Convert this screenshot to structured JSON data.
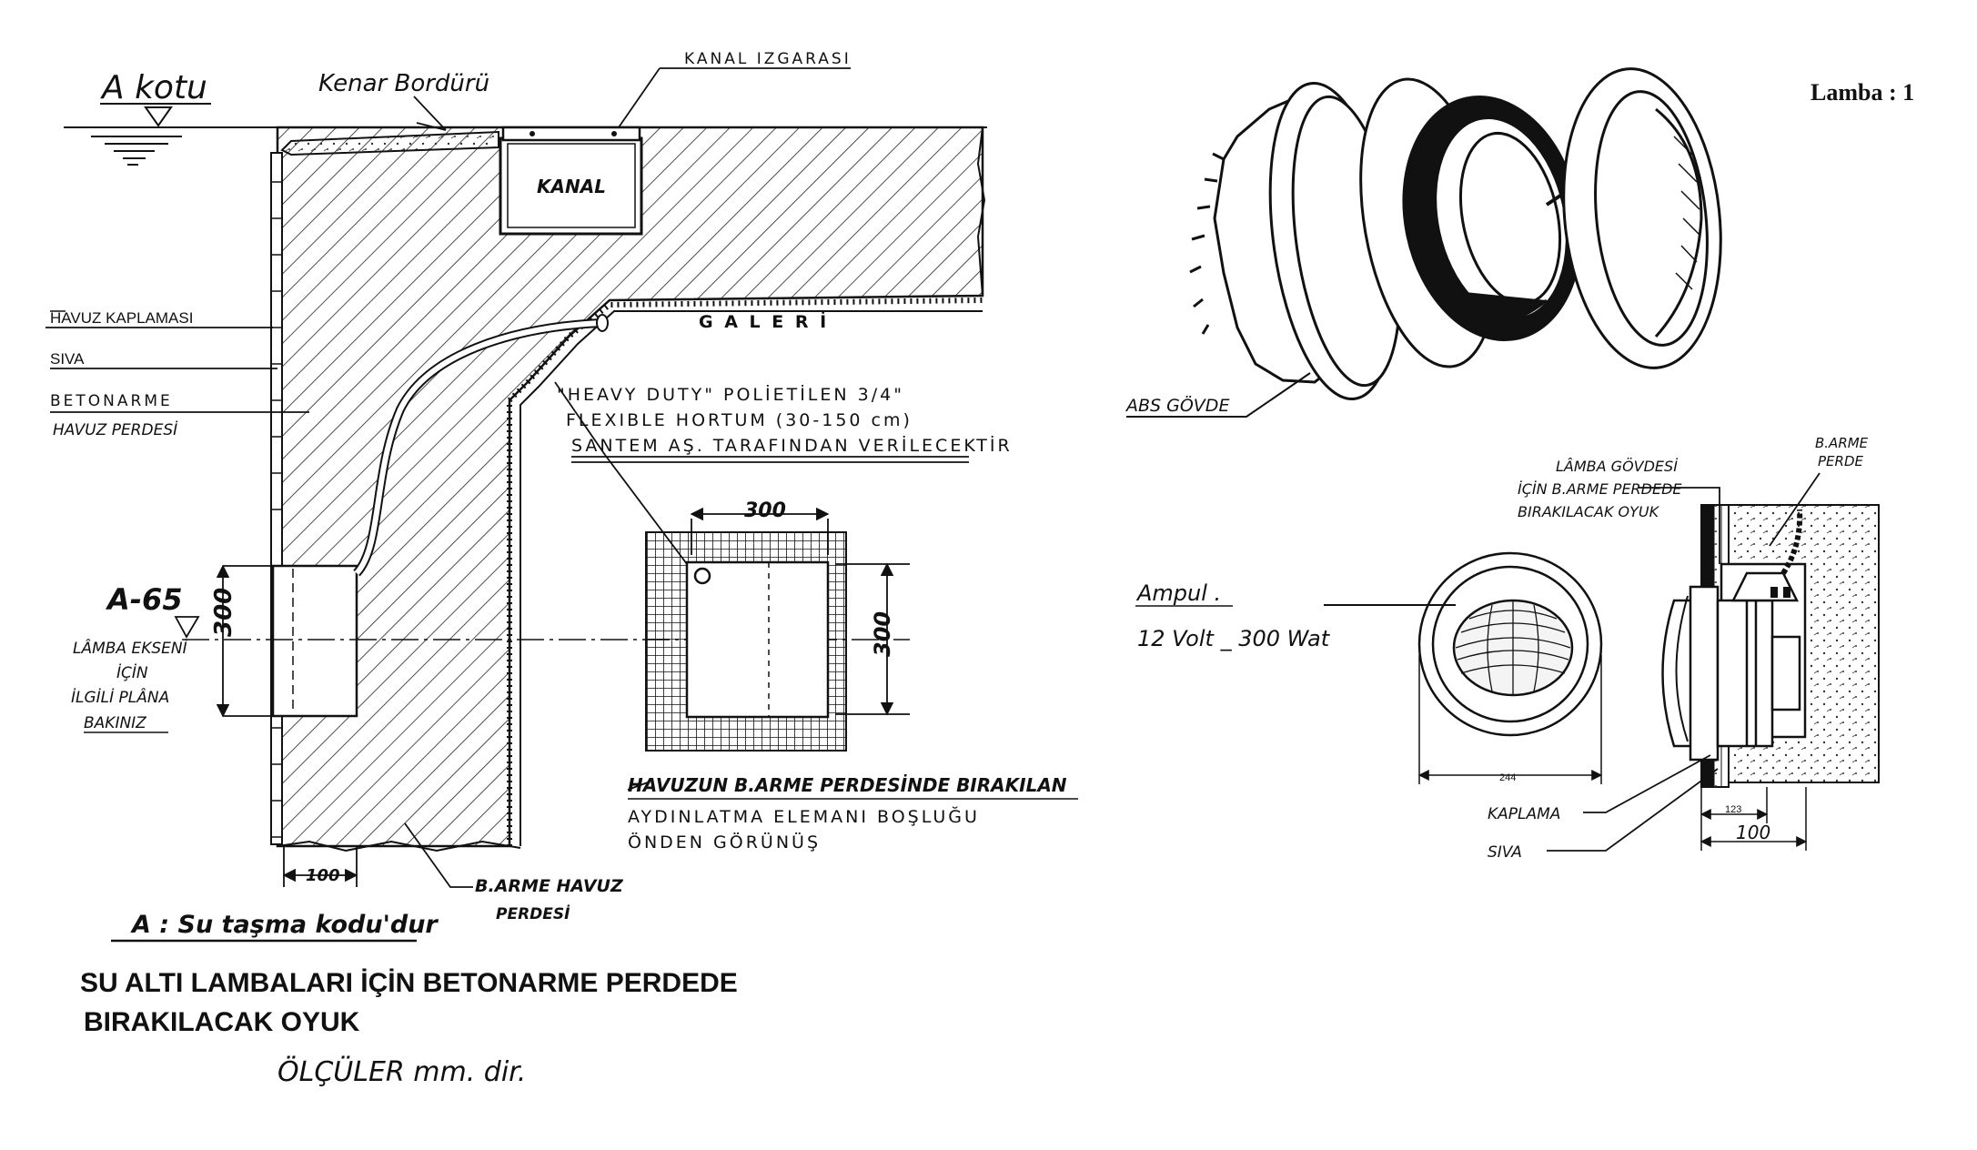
{
  "labels": {
    "a_kotu": "A kotu",
    "kenar_borduru": "Kenar Bordürü",
    "kanal_izgarasi": "KANAL IZGARASI",
    "kanal": "KANAL",
    "galeri": "G A L E R İ",
    "havuz_kaplamasi": "HAVUZ KAPLAMASI",
    "siva_left": "SIVA",
    "betonarme": "BETONARME",
    "havuz_perdesi": "HAVUZ PERDESİ",
    "hortum_1": "\"HEAVY  DUTY\"  POLİETİLEN  3/4\"",
    "hortum_2": "FLEXIBLE  HORTUM  (30-150 cm)",
    "hortum_3": "SANTEM AŞ. TARAFINDAN  VERİLECEKTİR",
    "a65": "A-65",
    "lamba_ekseni_1": "LÂMBA EKSENİ",
    "lamba_ekseni_2": "İÇİN",
    "lamba_ekseni_3": "İLGİLİ PLÂNA",
    "lamba_ekseni_4": "BAKINIZ",
    "dim_300_left": "300",
    "dim_300_top": "300",
    "dim_300_right": "300",
    "dim_100_bottom": "100",
    "b_arme_perdesi_1": "B.ARME HAVUZ",
    "b_arme_perdesi_2": "PERDESİ",
    "bosluk_1": "HAVUZUN B.ARME PERDESİNDE BIRAKILAN",
    "bosluk_2": "AYDINLATMA  ELEMANI  BOŞLUĞU",
    "bosluk_3": "ÖNDEN        GÖRÜNÜŞ",
    "su_tasma": "A : Su taşma kodu'dur",
    "title_1": "SU ALTI  LAMBALARI  İÇİN   BETONARME  PERDEDE",
    "title_2": "BIRAKILACAK  OYUK",
    "olculer": "ÖLÇÜLER   mm. dir.",
    "lamba_1": "Lamba : 1",
    "abs_govde": "ABS GÖVDE",
    "lamba_govdesi_1": "LÂMBA  GÖVDESİ",
    "lamba_govdesi_2": "İÇİN B.ARME PERDEDE",
    "lamba_govdesi_3": "BIRAKILACAK OYUK",
    "b_arme_perde_1": "B.ARME",
    "b_arme_perde_2": "PERDE",
    "ampul": "Ampul .",
    "ampul_spec": "12 Volt _ 300 Wat",
    "kaplama": "KAPLAMA",
    "siva_right": "SIVA",
    "dim_244": "244",
    "dim_123": "123",
    "dim_100_right": "100"
  }
}
